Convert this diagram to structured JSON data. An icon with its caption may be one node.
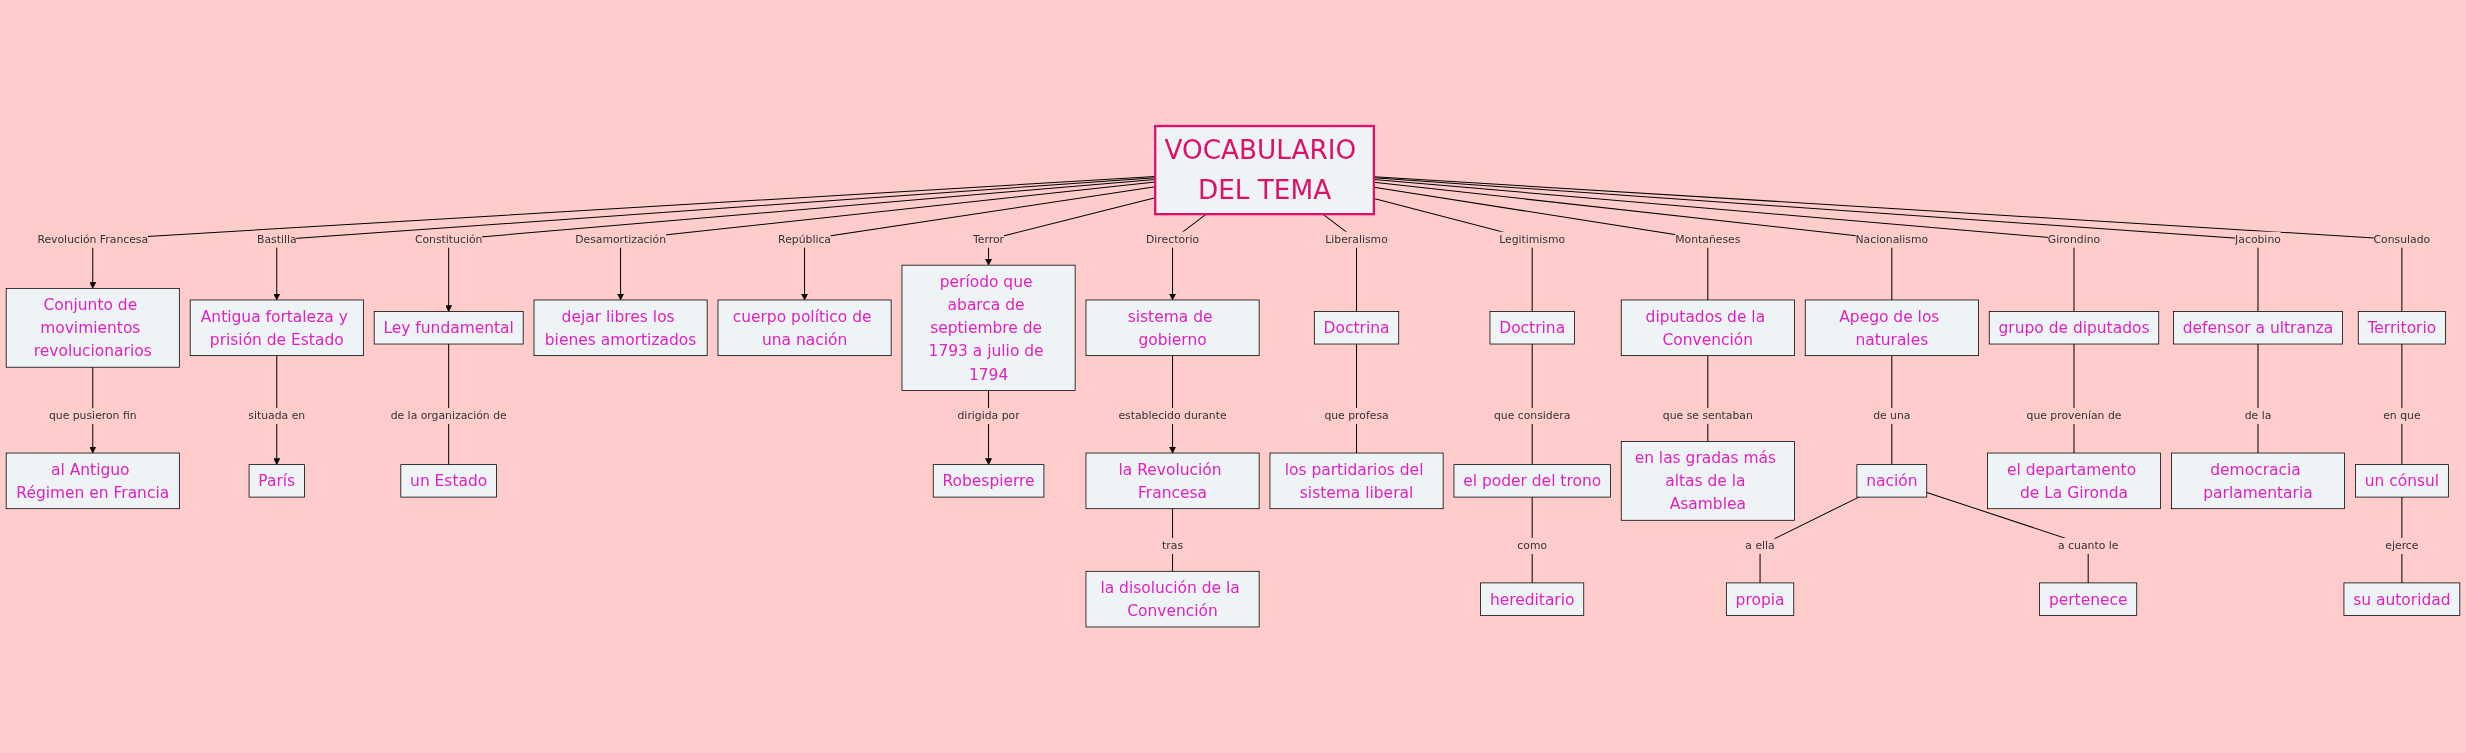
{
  "diagram": {
    "nodes": [
      {
        "text": [
          "VOCABULARIO DEL TEMA"
        ]
      },
      {
        "text": [
          "al Antiguo Régimen en Francia"
        ]
      },
      {
        "text": [
          "Conjunto de movimientos revolucionarios"
        ]
      },
      {
        "text": [
          "París"
        ]
      },
      {
        "text": [
          "Antigua fortaleza y prisión de Estado"
        ]
      },
      {
        "text": [
          "Ley fundamental"
        ]
      },
      {
        "text": [
          "dejar libres los bienes amortizados"
        ]
      },
      {
        "text": [
          "cuerpo político de una nación"
        ]
      },
      {
        "text": [
          "Territorio"
        ]
      },
      {
        "text": [
          "Doctrina"
        ]
      },
      {
        "text": [
          "un Estado"
        ]
      },
      {
        "text": [
          "Robespierre"
        ]
      },
      {
        "text": [
          "período que abarca de septiembre de 1793 a julio de 1794"
        ]
      },
      {
        "text": [
          "diputados de la Convención"
        ]
      },
      {
        "text": [
          "Doctrina"
        ]
      },
      {
        "text": [
          "defensor a ultranza"
        ]
      },
      {
        "text": [
          "grupo de diputados"
        ]
      },
      {
        "text": [
          "un cónsul"
        ]
      },
      {
        "text": [
          "los partidarios del sistema liberal"
        ]
      },
      {
        "text": [
          "la Revolución Francesa"
        ]
      },
      {
        "text": [
          "sistema de gobierno"
        ]
      },
      {
        "text": [
          "Apego de los naturales"
        ]
      },
      {
        "text": [
          "en las gradas más altas de la Asamblea"
        ]
      },
      {
        "text": [
          "el poder del trono"
        ]
      },
      {
        "text": [
          "el departamento de La Gironda"
        ]
      },
      {
        "text": [
          "su autoridad"
        ]
      },
      {
        "text": [
          "la disolución de la Convención"
        ]
      },
      {
        "text": [
          "democracia parlamentaria"
        ]
      },
      {
        "text": [
          "nación"
        ]
      },
      {
        "text": [
          "hereditario"
        ]
      },
      {
        "text": [
          "propia"
        ]
      },
      {
        "text": [
          "pertenece"
        ]
      }
    ],
    "edges": [
      {
        "from": 0,
        "to": 2,
        "label": "Revolución Francesa",
        "arrow": "to"
      },
      {
        "from": 2,
        "to": 1,
        "label": "que pusieron fin",
        "arrow": "to"
      },
      {
        "from": 0,
        "to": 4,
        "label": "Bastilla",
        "arrow": "to"
      },
      {
        "from": 4,
        "to": 3,
        "label": "situada en",
        "arrow": "to"
      },
      {
        "from": 0,
        "to": 6,
        "label": "Desamortización",
        "arrow": "to"
      },
      {
        "from": 0,
        "to": 7,
        "label": "República",
        "arrow": "to"
      },
      {
        "from": 0,
        "to": 12,
        "label": "Terror",
        "arrow": "to"
      },
      {
        "from": 12,
        "to": 11,
        "label": "dirigida por",
        "arrow": "to"
      },
      {
        "from": 0,
        "to": 20,
        "label": "Directorio",
        "arrow": "to"
      },
      {
        "from": 20,
        "to": 19,
        "label": "establecido durante",
        "arrow": "to"
      },
      {
        "from": 19,
        "to": 26,
        "label": "tras",
        "arrow": "none"
      },
      {
        "from": 0,
        "to": 13,
        "label": "Montañeses",
        "arrow": "none"
      },
      {
        "from": 13,
        "to": 22,
        "label": "que se sentaban",
        "arrow": "none"
      },
      {
        "from": 0,
        "to": 14,
        "label": "Legitimismo",
        "arrow": "none"
      },
      {
        "from": 14,
        "to": 23,
        "label": "que considera",
        "arrow": "none"
      },
      {
        "from": 23,
        "to": 29,
        "label": "como",
        "arrow": "none"
      },
      {
        "from": 0,
        "to": 15,
        "label": "Jacobino",
        "arrow": "none"
      },
      {
        "from": 15,
        "to": 27,
        "label": "de la",
        "arrow": "none"
      },
      {
        "from": 0,
        "to": 16,
        "label": "Girondino",
        "arrow": "none"
      },
      {
        "from": 16,
        "to": 24,
        "label": "que provenían de",
        "arrow": "none"
      },
      {
        "from": 0,
        "to": 21,
        "label": "Nacionalismo",
        "arrow": "none"
      },
      {
        "from": 21,
        "to": 28,
        "label": "de una",
        "arrow": "none"
      },
      {
        "from": 28,
        "to": 30,
        "label": "a ella",
        "arrow": "none"
      },
      {
        "from": 28,
        "to": 31,
        "label": "a cuanto le",
        "arrow": "none"
      },
      {
        "from": 0,
        "to": 9,
        "label": "Liberalismo",
        "arrow": "none"
      },
      {
        "from": 9,
        "to": 18,
        "label": "que profesa",
        "arrow": "none"
      },
      {
        "from": 0,
        "to": 8,
        "label": "Consulado",
        "arrow": "none"
      },
      {
        "from": 8,
        "to": 17,
        "label": "en que",
        "arrow": "none"
      },
      {
        "from": 17,
        "to": 25,
        "label": "ejerce",
        "arrow": "none"
      },
      {
        "from": 0,
        "to": 5,
        "label": "Constitución",
        "arrow": "to"
      },
      {
        "from": 5,
        "to": 10,
        "label": "de la organización de",
        "arrow": "none"
      }
    ]
  }
}
